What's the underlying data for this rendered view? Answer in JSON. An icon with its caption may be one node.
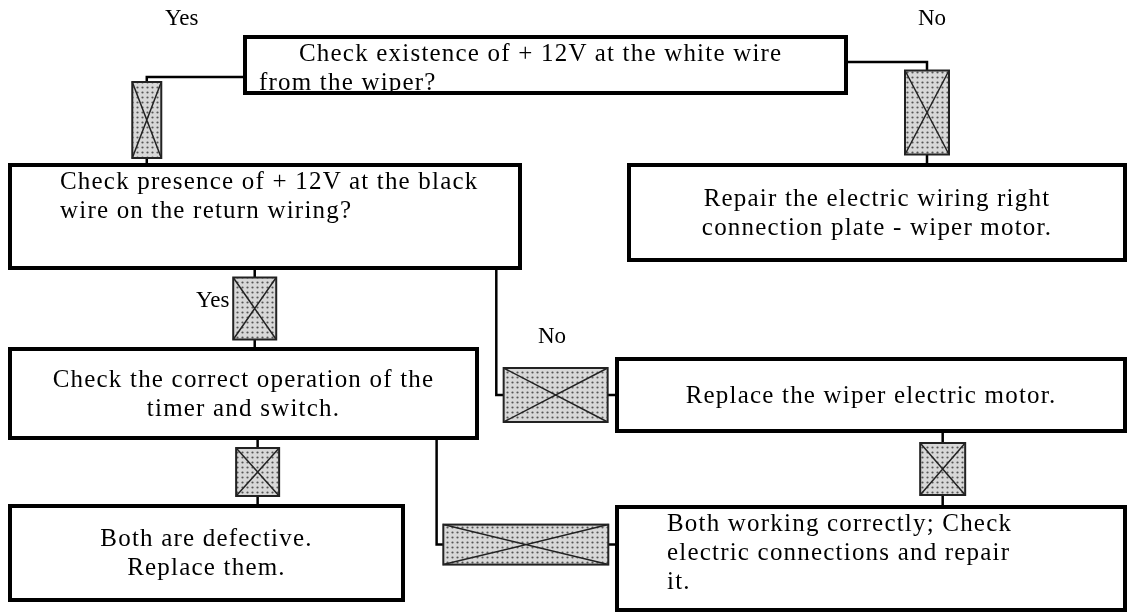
{
  "diagram": {
    "nodes": [
      {
        "text": [
          "Check existence of + 12V at the white wire from the wiper?"
        ]
      },
      {
        "text": [
          "Check presence of + 12V at the black wire on the return wiring?"
        ]
      },
      {
        "text": [
          "Repair the electric wiring right connection plate - wiper motor."
        ]
      },
      {
        "text": [
          "Check the correct operation of the timer and switch."
        ]
      },
      {
        "text": [
          "Replace the wiper electric motor."
        ]
      },
      {
        "text": [
          "Both are defective. Replace them."
        ]
      },
      {
        "text": [
          "Both working correctly; Check electric connections and repair it."
        ]
      }
    ],
    "edges": [
      {
        "from": 0,
        "to": 1,
        "arrow": "none",
        "label": "Yes"
      },
      {
        "from": 0,
        "to": 2,
        "arrow": "none",
        "label": "No"
      },
      {
        "from": 1,
        "to": 3,
        "arrow": "none",
        "label": "Yes"
      },
      {
        "from": 1,
        "to": 4,
        "arrow": "none",
        "label": "No"
      },
      {
        "from": 3,
        "to": 5,
        "arrow": "none"
      },
      {
        "from": 3,
        "to": 6,
        "arrow": "none"
      },
      {
        "from": 4,
        "to": 6,
        "arrow": "none"
      }
    ]
  }
}
